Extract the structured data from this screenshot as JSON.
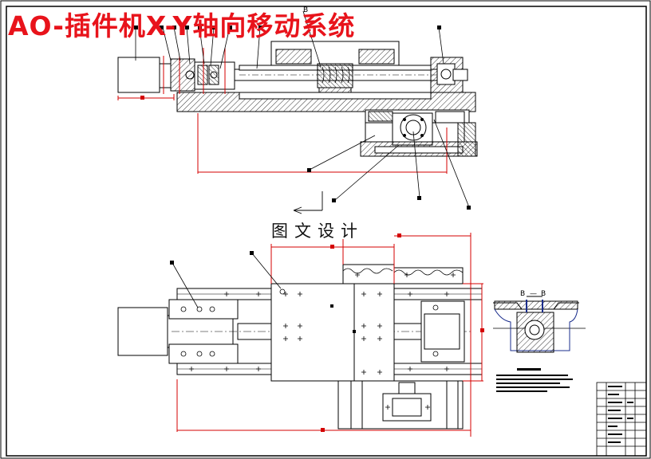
{
  "title": "AO-插件机X-Y轴向移动系统",
  "subtitle": "图文设计",
  "section_label_left": "B",
  "section_label_dash": "—",
  "section_label_right": "B",
  "top_view_marker": "B",
  "colors": {
    "title": "#e8131b",
    "dimension": "#d40000",
    "line": "#000000",
    "hatch": "#000000"
  }
}
